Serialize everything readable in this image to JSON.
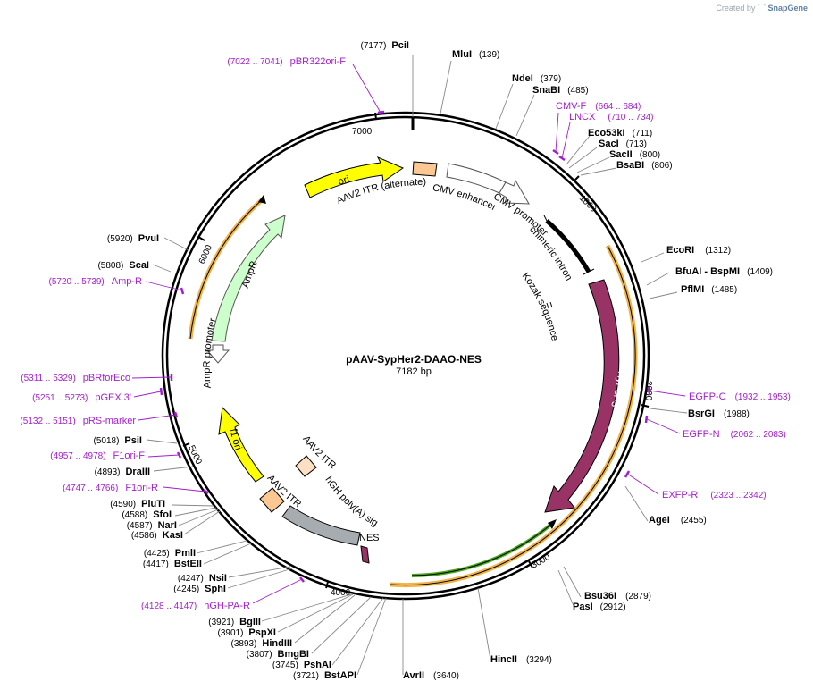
{
  "credit": {
    "prefix": "Created by",
    "brand": "SnapGene"
  },
  "plasmid": {
    "name": "pAAV-SypHer2-DAAO-NES",
    "length_label": "7182 bp"
  },
  "ticks": [
    {
      "label": "1000"
    },
    {
      "label": "2000"
    },
    {
      "label": "3000"
    },
    {
      "label": "4000"
    },
    {
      "label": "5000"
    },
    {
      "label": "6000"
    },
    {
      "label": "7000"
    }
  ],
  "enzymes": [
    {
      "name": "PciI",
      "pos": "(7177)"
    },
    {
      "name": "MluI",
      "pos": "(139)"
    },
    {
      "name": "NdeI",
      "pos": "(379)"
    },
    {
      "name": "SnaBI",
      "pos": "(485)"
    },
    {
      "name": "Eco53kI",
      "pos": "(711)"
    },
    {
      "name": "SacI",
      "pos": "(713)"
    },
    {
      "name": "SacII",
      "pos": "(800)"
    },
    {
      "name": "BsaBI",
      "pos": "(806)"
    },
    {
      "name": "EcoRI",
      "pos": "(1312)"
    },
    {
      "name": "BfuAI  - BspMI",
      "pos": "(1409)"
    },
    {
      "name": "PflMI",
      "pos": "(1485)"
    },
    {
      "name": "BsrGI",
      "pos": "(1988)"
    },
    {
      "name": "AgeI",
      "pos": "(2455)"
    },
    {
      "name": "Bsu36I",
      "pos": "(2879)"
    },
    {
      "name": "PasI",
      "pos": "(2912)"
    },
    {
      "name": "HincII",
      "pos": "(3294)"
    },
    {
      "name": "AvrII",
      "pos": "(3640)"
    },
    {
      "name": "BstAPI",
      "pos": "(3721)"
    },
    {
      "name": "PshAI",
      "pos": "(3745)"
    },
    {
      "name": "BmgBI",
      "pos": "(3807)"
    },
    {
      "name": "HindIII",
      "pos": "(3893)"
    },
    {
      "name": "PspXI",
      "pos": "(3901)"
    },
    {
      "name": "BglII",
      "pos": "(3921)"
    },
    {
      "name": "SphI",
      "pos": "(4245)"
    },
    {
      "name": "NsiI",
      "pos": "(4247)"
    },
    {
      "name": "BstEII",
      "pos": "(4417)"
    },
    {
      "name": "PmlI",
      "pos": "(4425)"
    },
    {
      "name": "KasI",
      "pos": "(4586)"
    },
    {
      "name": "NarI",
      "pos": "(4587)"
    },
    {
      "name": "SfoI",
      "pos": "(4588)"
    },
    {
      "name": "PluTI",
      "pos": "(4590)"
    },
    {
      "name": "DraIII",
      "pos": "(4893)"
    },
    {
      "name": "PsiI",
      "pos": "(5018)"
    },
    {
      "name": "ScaI",
      "pos": "(5808)"
    },
    {
      "name": "PvuI",
      "pos": "(5920)"
    }
  ],
  "primers": [
    {
      "name": "pBR322ori-F",
      "range": "(7022 .. 7041)"
    },
    {
      "name": "CMV-F",
      "range": "(664 .. 684)"
    },
    {
      "name": "LNCX",
      "range": "(710 .. 734)"
    },
    {
      "name": "EGFP-C",
      "range": "(1932 .. 1953)"
    },
    {
      "name": "EGFP-N",
      "range": "(2062 .. 2083)"
    },
    {
      "name": "EXFP-R",
      "range": "(2323 .. 2342)"
    },
    {
      "name": "hGH-PA-R",
      "range": "(4128 .. 4147)"
    },
    {
      "name": "F1ori-R",
      "range": "(4747 .. 4766)"
    },
    {
      "name": "F1ori-F",
      "range": "(4957 .. 4978)"
    },
    {
      "name": "pRS-marker",
      "range": "(5132 .. 5151)"
    },
    {
      "name": "pGEX 3'",
      "range": "(5251 .. 5273)"
    },
    {
      "name": "pBRforEco",
      "range": "(5311 .. 5329)"
    },
    {
      "name": "Amp-R",
      "range": "(5720 .. 5739)"
    }
  ],
  "features": [
    {
      "name": "ori",
      "color": "#ffff00"
    },
    {
      "name": "AAV2 ITR (alternate)",
      "color": "#fbc793"
    },
    {
      "name": "CMV enhancer",
      "color": "#ffffff"
    },
    {
      "name": "CMV promoter",
      "color": "#ffffff"
    },
    {
      "name": "chimeric intron",
      "color": "#000000"
    },
    {
      "name": "Kozak sequence",
      "color": "#000000"
    },
    {
      "name": "HyPer-3",
      "color": "#993366"
    },
    {
      "name": "NES",
      "color": "#993366"
    },
    {
      "name": "hGH poly(A) signal",
      "color": "#a7acb0"
    },
    {
      "name": "AAV2 ITR",
      "color": "#fbc793"
    },
    {
      "name": "AAV2 ITR",
      "color": "#fde0c4"
    },
    {
      "name": "f1 ori",
      "color": "#ffff00"
    },
    {
      "name": "AmpR promoter",
      "color": "#ffffff"
    },
    {
      "name": "AmpR",
      "color": "#ccffcc"
    }
  ],
  "colors": {
    "primer": "#a21fce",
    "orf_orange": "#f0b34a",
    "orf_green": "#49a81c",
    "backbone": "#000000"
  }
}
